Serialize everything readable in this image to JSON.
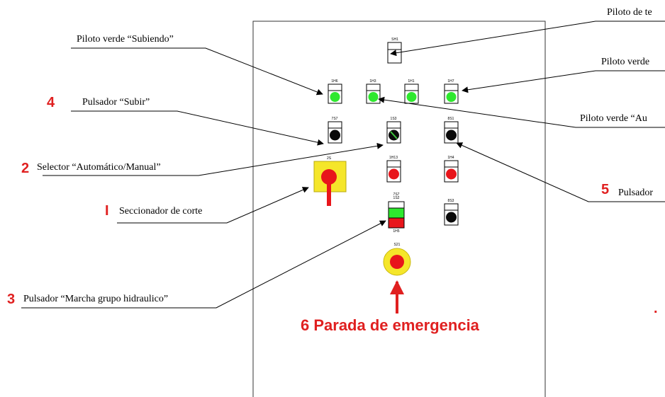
{
  "panel": {
    "tags": {
      "top": "SH1",
      "row1": [
        "1H6",
        "1H3",
        "1H1",
        "1H7"
      ],
      "row2": [
        "7S7",
        "1S3",
        "8S1"
      ],
      "row3": [
        "2S",
        "1H13",
        "1H4"
      ],
      "row4": [
        "7S7 1S2",
        "8S3"
      ],
      "row4_bottom": "1H5",
      "emergency": "S21"
    }
  },
  "callouts": {
    "piloto_subiendo": "Piloto verde “Subiendo”",
    "piloto_te": "Piloto de te",
    "piloto_verde_right": "Piloto verde",
    "piloto_au": "Piloto verde “Au",
    "pulsador_subir_num": "4",
    "pulsador_subir": "Pulsador “Subir”",
    "selector_num": "2",
    "selector": "Selector “Automático/Manual”",
    "seccionador_num": "I",
    "seccionador": "Seccionador  de corte",
    "marcha_num": "3",
    "marcha": "Pulsador “Marcha grupo hidraulico”",
    "pulsador_right_num": "5",
    "pulsador_right": "Pulsador",
    "emergencia": "6 Parada de emergencia",
    "dot": "."
  },
  "colors": {
    "green": "#2ee82e",
    "red": "#e8151b",
    "black": "#0a0a0a",
    "yellow": "#f5e62a",
    "accent_red": "#e02020"
  }
}
